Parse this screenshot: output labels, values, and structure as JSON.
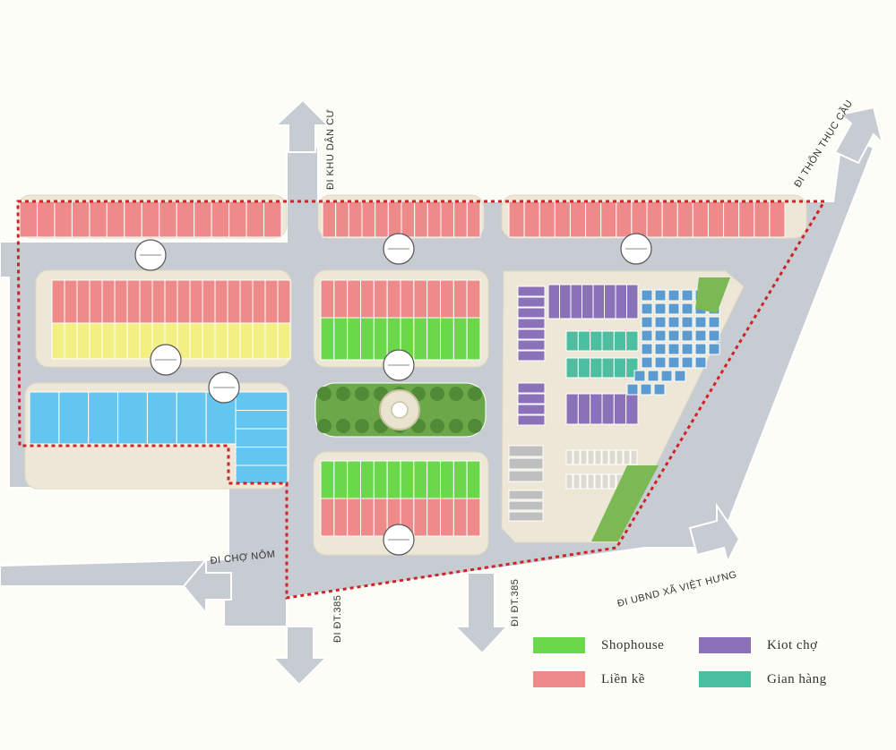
{
  "colors": {
    "background": "#fdfdf7",
    "road": "#c7cbd2",
    "road_edge": "#ffffff",
    "block": "#ece7d6",
    "block_edge": "#e0dac4",
    "shophouse": "#6ad84a",
    "lien_ke": "#ee8a8a",
    "kiot_cho": "#8b72b8",
    "gian_hang": "#4cbfa0",
    "villa_yellow": "#f2ef83",
    "apartment_blue": "#63c6ef",
    "market_square": "#5b9bd0",
    "boundary": "#d02424",
    "park_green": "#6aa84a",
    "parking": "#bfbfbf"
  },
  "road_labels": {
    "north": "ĐI KHU DÂN CƯ",
    "north_east": "ĐI THÔN THỤC CẦU",
    "west": "ĐI CHỢ NÔM",
    "south_west": "ĐI ĐT.385",
    "south": "ĐI ĐT.385",
    "south_east": "ĐI UBND XÃ VIỆT HƯNG"
  },
  "legend": [
    {
      "key": "shophouse",
      "label": "Shophouse",
      "icon": "swatch-icon"
    },
    {
      "key": "kiot_cho",
      "label": "Kiot chợ",
      "icon": "swatch-icon"
    },
    {
      "key": "lien_ke",
      "label": "Liền kề",
      "icon": "swatch-icon"
    },
    {
      "key": "gian_hang",
      "label": "Gian hàng",
      "icon": "swatch-icon"
    }
  ],
  "lot_rows": [
    {
      "block": "top-left",
      "color_key": "lien_ke",
      "count": 15
    },
    {
      "block": "top-middle",
      "color_key": "lien_ke",
      "count": 12
    },
    {
      "block": "top-right",
      "color_key": "lien_ke",
      "count": 18
    },
    {
      "block": "left-upper",
      "color_key": "lien_ke",
      "count": 19
    },
    {
      "block": "left-lower",
      "color_key": "villa_yellow",
      "count": 19
    },
    {
      "block": "center-upper",
      "color_key": "lien_ke",
      "count": 12
    },
    {
      "block": "center-lower",
      "color_key": "shophouse",
      "count": 12
    },
    {
      "block": "west-apartments",
      "color_key": "apartment_blue",
      "count": 7
    },
    {
      "block": "west-apartments-east",
      "color_key": "apartment_blue",
      "count": 5
    },
    {
      "block": "south-upper",
      "color_key": "shophouse",
      "count": 12
    },
    {
      "block": "south-lower",
      "color_key": "lien_ke",
      "count": 12
    },
    {
      "block": "market-kiot",
      "color_key": "kiot_cho",
      "count": 12
    },
    {
      "block": "market-gian-hang",
      "color_key": "gian_hang",
      "count": 6
    }
  ]
}
